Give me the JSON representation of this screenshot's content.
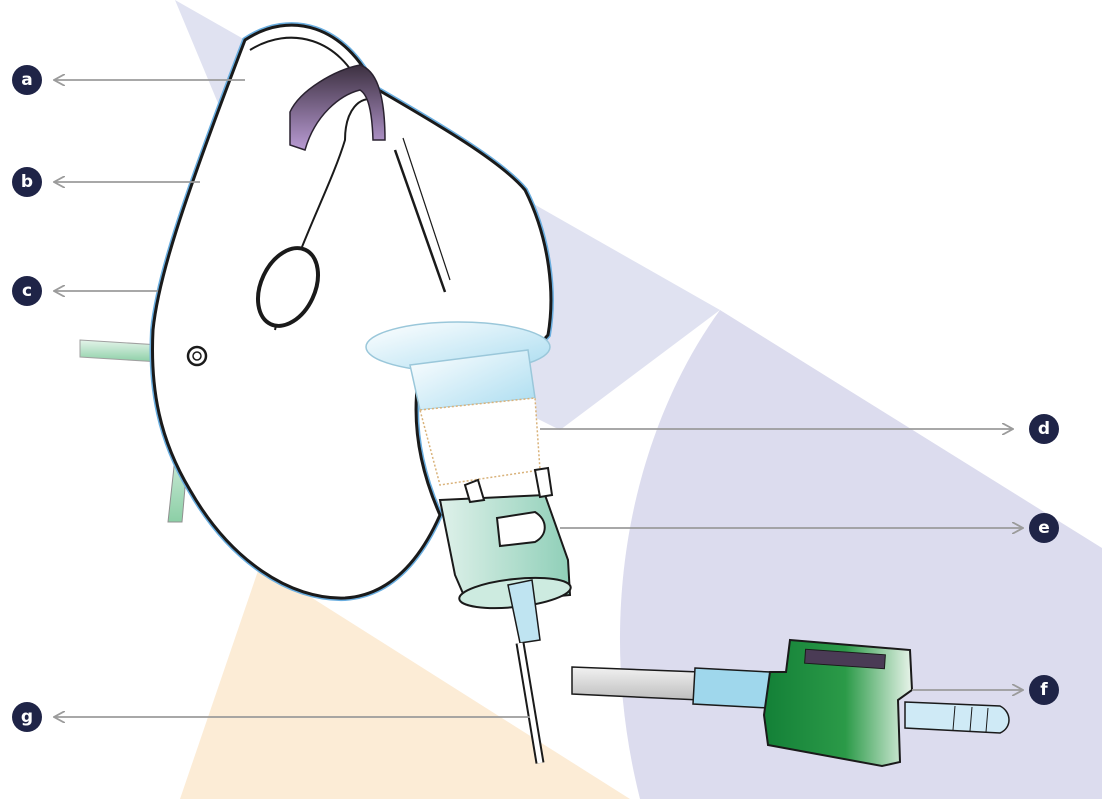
{
  "labels": {
    "a": "a",
    "b": "b",
    "c": "c",
    "d": "d",
    "e": "e",
    "f": "f",
    "g": "g"
  },
  "colors": {
    "label_fill": "#1f2447",
    "arrow": "#9b9b9b",
    "bg_lavender": "#dcdcef",
    "bg_light_blue": "#e4e8f4",
    "bg_peach": "#fcebd2",
    "mask_outline": "#1a1a1a",
    "mask_rim_blue": "#6aaee0",
    "strap_purple": "#9a7fb2",
    "connector_blue": "#b8e0f0",
    "valve_green": "#b8dfd2",
    "adapter_green": "#1e8a3a",
    "tube_grey": "#d8d8d8",
    "strap_green": "#a8d8b8"
  }
}
